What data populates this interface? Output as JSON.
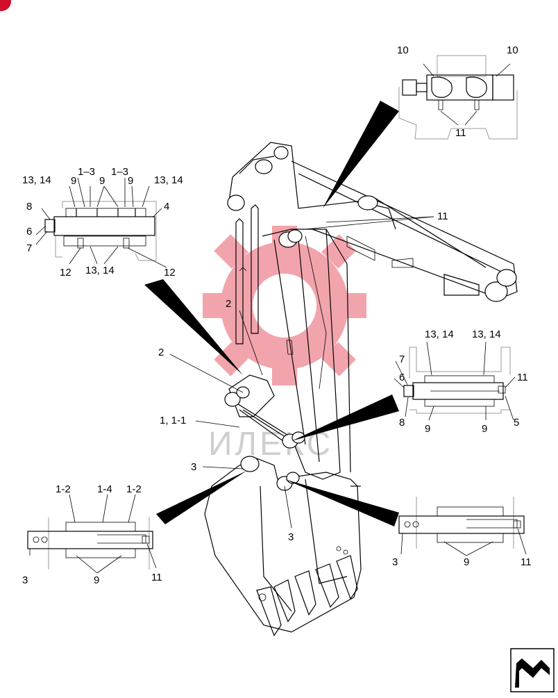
{
  "page": {
    "corner_badge_color": "#d0102a",
    "watermark_color": "#e85a6a",
    "watermark_text": "ИЛЕКС"
  },
  "callouts": {
    "top_right": {
      "left_label": "10",
      "right_label": "10",
      "bottom_label": "11"
    },
    "main_11": "11",
    "upper_left": {
      "top_left": "13, 14",
      "nine_a": "9",
      "one_three_a": "1–3",
      "nine_b": "9",
      "one_three_b": "1–3",
      "nine_c": "9",
      "top_right": "13, 14",
      "eight": "8",
      "six": "6",
      "seven": "7",
      "four": "4",
      "twelve_a": "12",
      "bottom_mid": "13, 14",
      "twelve_b": "12"
    },
    "main_2a": "2",
    "main_2b": "2",
    "main_1": "1, 1-1",
    "main_3a": "3",
    "main_3b": "3",
    "mid_right": {
      "top_a": "13, 14",
      "top_b": "13, 14",
      "seven": "7",
      "six": "6",
      "eleven": "11",
      "eight": "8",
      "nine_a": "9",
      "nine_b": "9",
      "five": "5"
    },
    "lower_left": {
      "one_two_a": "1-2",
      "one_four": "1-4",
      "one_two_b": "1-2",
      "three": "3",
      "nine": "9",
      "eleven": "11"
    },
    "lower_right": {
      "three": "3",
      "nine": "9",
      "eleven": "11"
    }
  },
  "icons": {
    "nav": "next-page-arrow-icon"
  }
}
